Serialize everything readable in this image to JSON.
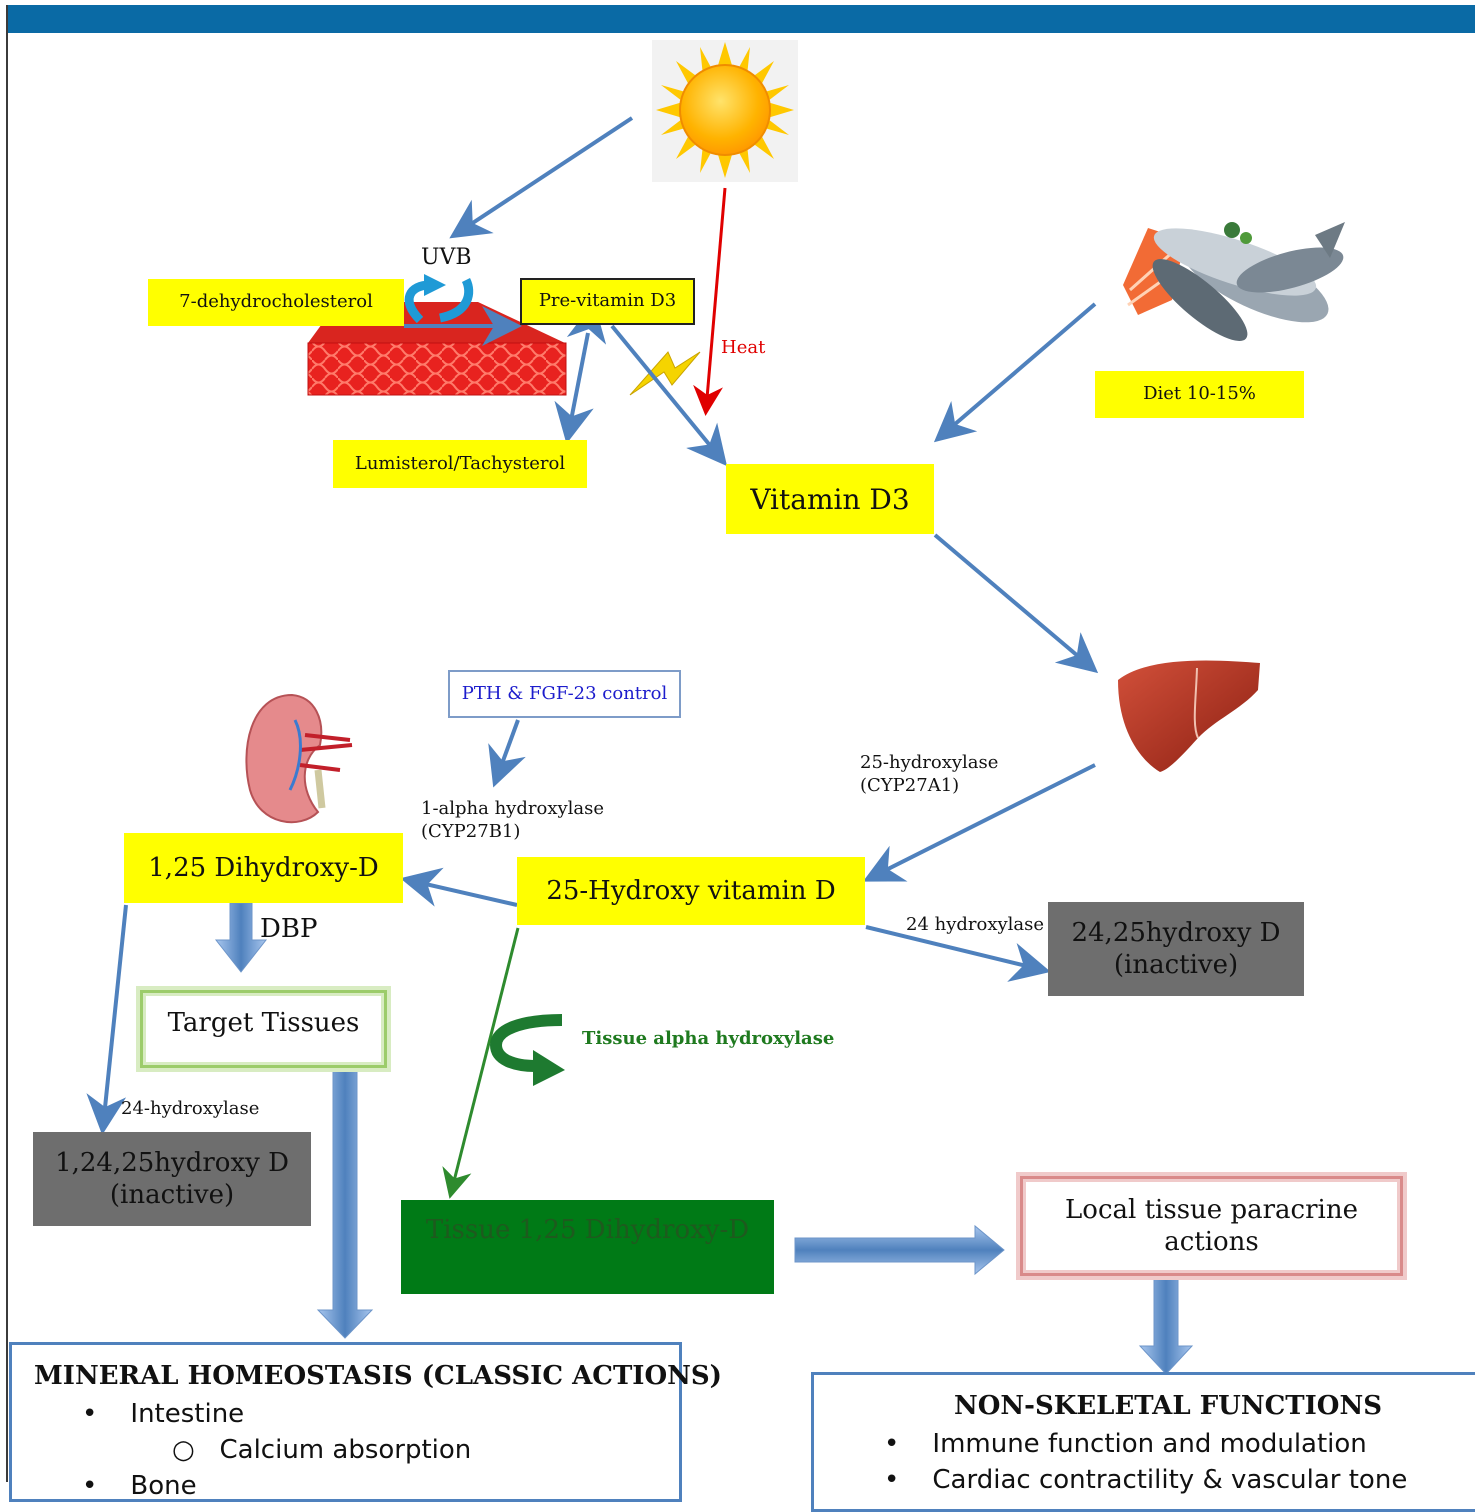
{
  "colors": {
    "header_bar": "#0a6aa5",
    "yellow_box": "#ffff00",
    "inactive_box": "#6e6e6e",
    "tissue_box": "#007a16",
    "arrow_blue": "#4f81bd",
    "arrow_red": "#e00000",
    "arrow_green": "#2e8b2e",
    "label_blue": "#1c1ccc",
    "label_green": "#1f7a1f"
  },
  "icons": [
    "sun-icon",
    "fish-icon",
    "skin-icon",
    "lightning-icon",
    "liver-icon",
    "kidney-icon",
    "uvb-swirl-icon",
    "curved-green-arrow-icon"
  ],
  "nodes": {
    "seven_dhc": "7-dehydrocholesterol",
    "pre_vitamin": "Pre-vitamin D3",
    "lumisterol": "Lumisterol/Tachysterol",
    "vitamin_d3": "Vitamin D3",
    "diet": "Diet 10-15%",
    "pth": "PTH & FGF-23 control",
    "one25": "1,25 Dihydroxy-D",
    "hydroxy25": "25-Hydroxy vitamin D",
    "inactive_2425": [
      "24,25hydroxy D",
      "(inactive)"
    ],
    "target_tissues": "Target Tissues",
    "inactive_12425": [
      "1,24,25hydroxy D",
      "(inactive)"
    ],
    "tissue125": "Tissue 1,25 Dihydroxy-D",
    "local_paracrine": [
      "Local tissue paracrine",
      "actions"
    ]
  },
  "labels": {
    "uvb": "UVB",
    "heat": "Heat",
    "hydroxylase25": [
      "25-hydroxylase",
      "(CYP27A1)"
    ],
    "alpha1": [
      "1-alpha hydroxylase",
      "(CYP27B1)"
    ],
    "dbp": "DBP",
    "hydroxylase24": "24 hydroxylase",
    "hydroxylase24b": "24-hydroxylase",
    "tissue_alpha": "Tissue alpha hydroxylase"
  },
  "panels": {
    "mineral": {
      "title": "MINERAL HOMEOSTASIS (CLASSIC ACTIONS)",
      "item1": "Intestine",
      "subitem1": "Calcium absorption",
      "item2": "Bone"
    },
    "nonskeletal": {
      "title": "NON-SKELETAL FUNCTIONS",
      "item1": "Immune function and modulation",
      "item2": "Cardiac contractility & vascular tone"
    }
  }
}
